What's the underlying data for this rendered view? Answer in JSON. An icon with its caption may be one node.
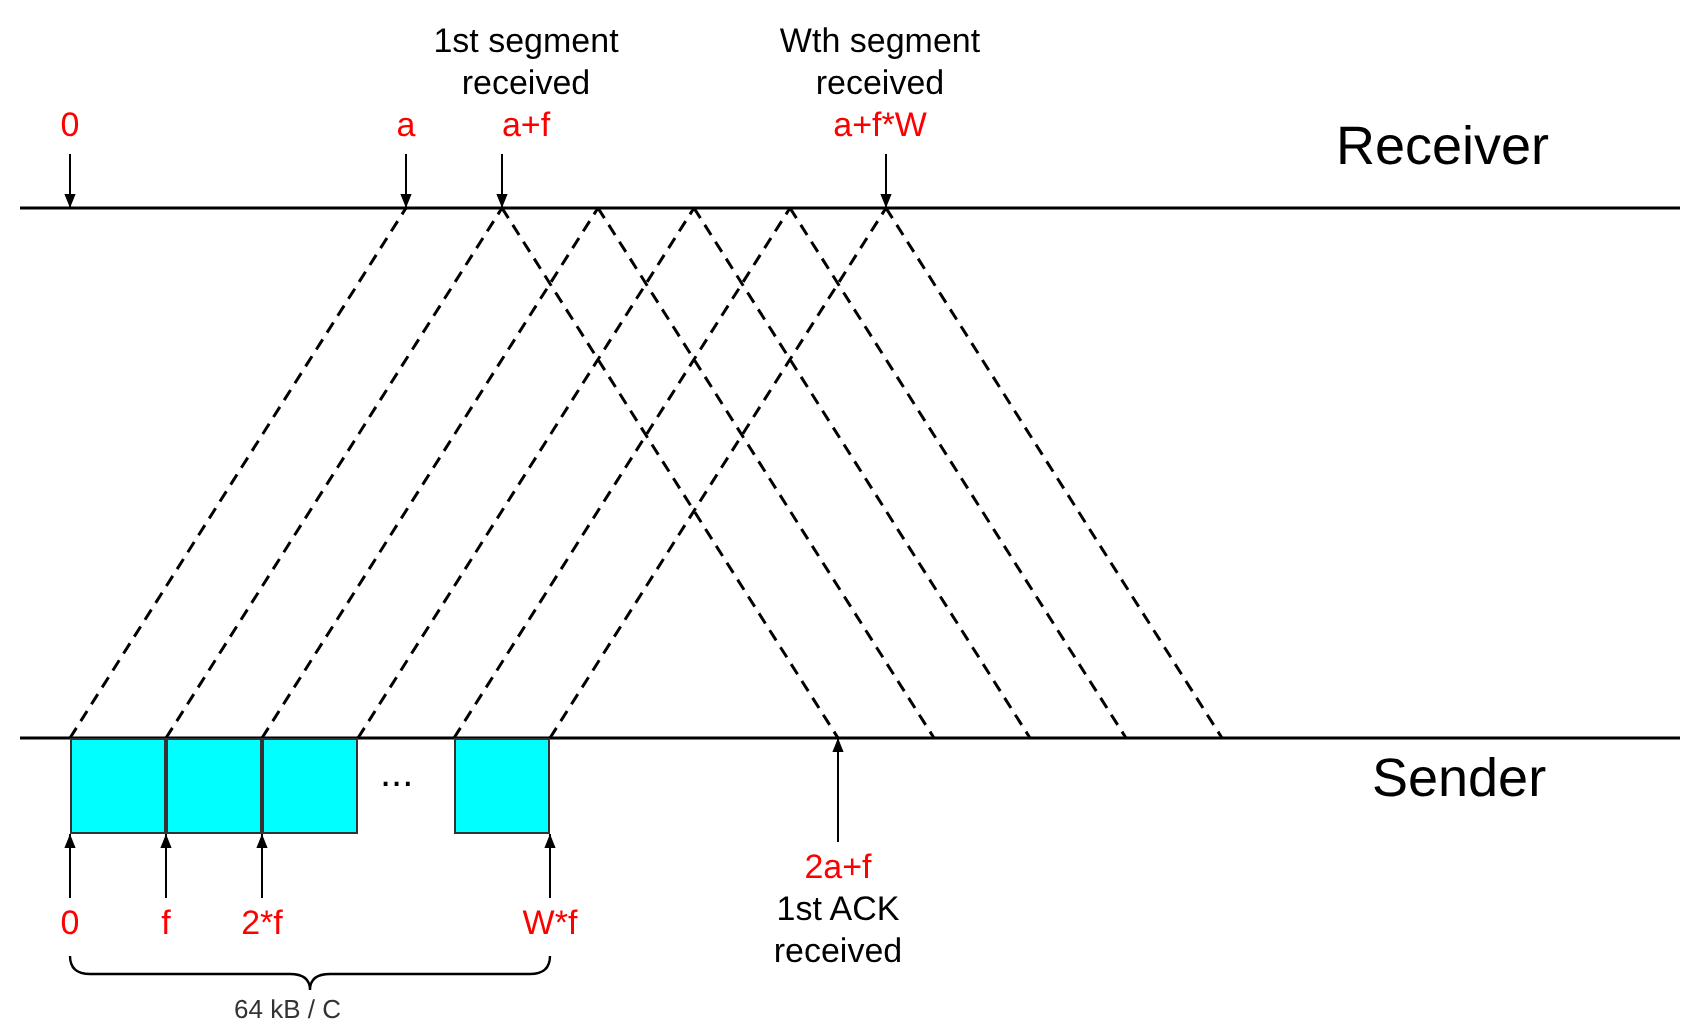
{
  "diagram": {
    "nodes": [
      {
        "text": [
          "0"
        ]
      },
      {
        "text": [
          "a"
        ]
      },
      {
        "text": [
          "1st segment received",
          "a+f"
        ]
      },
      {
        "text": [
          "Wth segment received",
          "a+f*W"
        ]
      },
      {
        "text": [],
        "shape": "box"
      },
      {
        "text": [],
        "shape": "box"
      },
      {
        "text": [],
        "shape": "box"
      },
      {
        "text": [],
        "shape": "box"
      },
      {
        "text": [
          "0"
        ]
      },
      {
        "text": [
          "f"
        ]
      },
      {
        "text": [
          "2*f"
        ]
      },
      {
        "text": [
          "W*f"
        ]
      },
      {
        "text": [
          "2a+f",
          "1st ACK received"
        ]
      }
    ],
    "edges": [
      {
        "from": 0,
        "to": null,
        "arrow": "to"
      },
      {
        "from": 1,
        "to": null,
        "arrow": "to"
      },
      {
        "from": 2,
        "to": null,
        "arrow": "to"
      },
      {
        "from": 3,
        "to": null,
        "arrow": "to"
      },
      {
        "from": 8,
        "to": 4,
        "arrow": "to"
      },
      {
        "from": 9,
        "to": 5,
        "arrow": "to"
      },
      {
        "from": 10,
        "to": 6,
        "arrow": "to"
      },
      {
        "from": 11,
        "to": 7,
        "arrow": "to"
      },
      {
        "from": 12,
        "to": null,
        "arrow": "to"
      }
    ],
    "labels": [
      "Receiver",
      "...",
      "Sender",
      "64 kB / C"
    ]
  }
}
